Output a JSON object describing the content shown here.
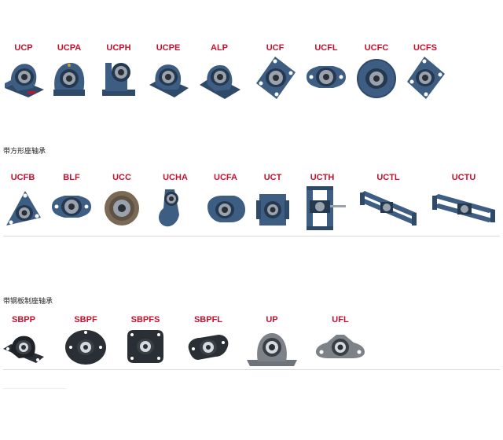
{
  "rows": [
    {
      "items": [
        {
          "label": "UCP",
          "icon": "pillow-block-bearing-icon"
        },
        {
          "label": "UCPA",
          "icon": "tapped-base-pillow-block-icon"
        },
        {
          "label": "UCPH",
          "icon": "high-center-pillow-block-icon"
        },
        {
          "label": "UCPE",
          "icon": "pillow-block-bearing-icon"
        },
        {
          "label": "ALP",
          "icon": "pillow-block-bearing-icon"
        },
        {
          "label": "UCF",
          "icon": "square-flange-bearing-icon"
        },
        {
          "label": "UCFL",
          "icon": "two-bolt-flange-bearing-icon"
        },
        {
          "label": "UCFC",
          "icon": "round-flange-bearing-icon"
        },
        {
          "label": "UCFS",
          "icon": "square-flange-bearing-icon"
        }
      ]
    },
    {
      "title": "带方形座轴承",
      "items": [
        {
          "label": "UCFB",
          "icon": "three-bolt-flange-bearing-icon"
        },
        {
          "label": "BLF",
          "icon": "two-bolt-flange-bearing-icon"
        },
        {
          "label": "UCC",
          "icon": "cartridge-bearing-icon"
        },
        {
          "label": "UCHA",
          "icon": "hanger-bearing-icon"
        },
        {
          "label": "UCFA",
          "icon": "adjustable-flange-bearing-icon"
        },
        {
          "label": "UCT",
          "icon": "take-up-bearing-icon"
        },
        {
          "label": "UCTH",
          "icon": "take-up-frame-bearing-icon"
        },
        {
          "label": "UCTL",
          "icon": "long-take-up-frame-icon"
        },
        {
          "label": "UCTU",
          "icon": "long-take-up-frame-icon"
        }
      ]
    },
    {
      "title": "带钢板制座轴承",
      "items": [
        {
          "label": "SBPP",
          "icon": "pressed-steel-pillow-block-icon"
        },
        {
          "label": "SBPF",
          "icon": "pressed-steel-round-flange-icon"
        },
        {
          "label": "SBPFS",
          "icon": "pressed-steel-square-flange-icon"
        },
        {
          "label": "SBPFL",
          "icon": "pressed-steel-two-bolt-flange-icon"
        },
        {
          "label": "UP",
          "icon": "pillow-block-bearing-icon"
        },
        {
          "label": "UFL",
          "icon": "two-bolt-flange-bearing-icon"
        }
      ]
    }
  ],
  "colors": {
    "label": "#c8102e",
    "housing": "#3d5d82",
    "housing_dark": "#24384f",
    "steel": "#9aa3ad",
    "steel_light": "#d6dadf",
    "sheet": "#2a2f35",
    "gray_housing": "#7d8288"
  }
}
